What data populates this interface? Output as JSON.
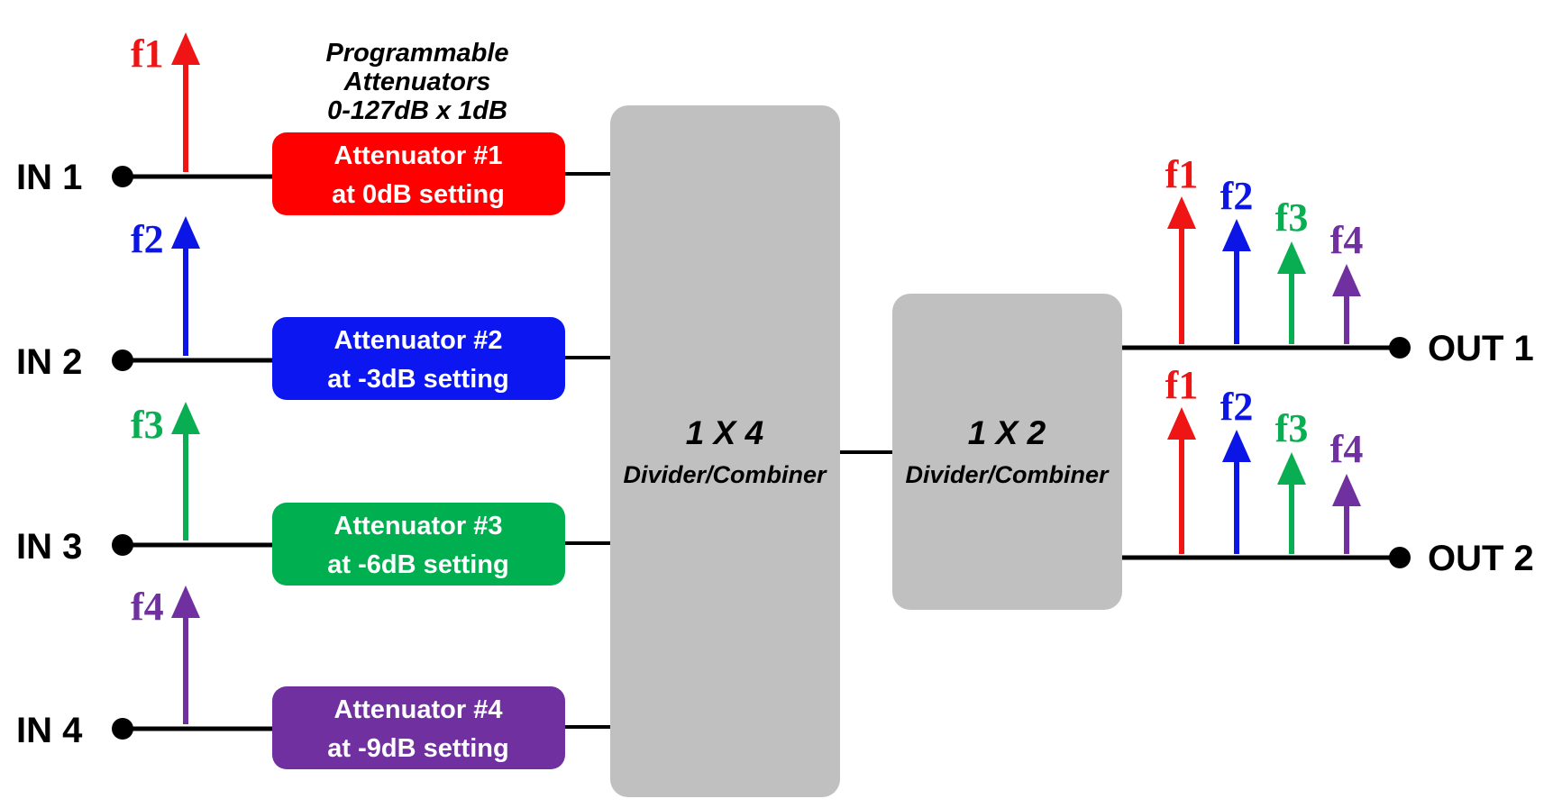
{
  "header": {
    "lines": [
      "Programmable",
      "Attenuators",
      "0-127dB x 1dB"
    ]
  },
  "inputs": [
    {
      "label": "IN 1",
      "freq": "f1",
      "color": "#f01515"
    },
    {
      "label": "IN 2",
      "freq": "f2",
      "color": "#0b16e6"
    },
    {
      "label": "IN 3",
      "freq": "f3",
      "color": "#0aae52"
    },
    {
      "label": "IN 4",
      "freq": "f4",
      "color": "#7030a0"
    }
  ],
  "attenuators": [
    {
      "name": "Attenuator #1",
      "setting": "at 0dB setting",
      "color": "#ff0000"
    },
    {
      "name": "Attenuator #2",
      "setting": "at -3dB setting",
      "color": "#0b16f0"
    },
    {
      "name": "Attenuator #3",
      "setting": "at -6dB setting",
      "color": "#00b050"
    },
    {
      "name": "Attenuator #4",
      "setting": "at -9dB setting",
      "color": "#7030a0"
    }
  ],
  "divider_1x4": {
    "title": "1 X 4",
    "subtitle": "Divider/Combiner",
    "color": "#c0c0c0"
  },
  "divider_1x2": {
    "title": "1 X 2",
    "subtitle": "Divider/Combiner",
    "color": "#c0c0c0"
  },
  "outputs": [
    {
      "label": "OUT 1",
      "freqs": [
        "f1",
        "f2",
        "f3",
        "f4"
      ]
    },
    {
      "label": "OUT 2",
      "freqs": [
        "f1",
        "f2",
        "f3",
        "f4"
      ]
    }
  ],
  "line_color": "#000000"
}
